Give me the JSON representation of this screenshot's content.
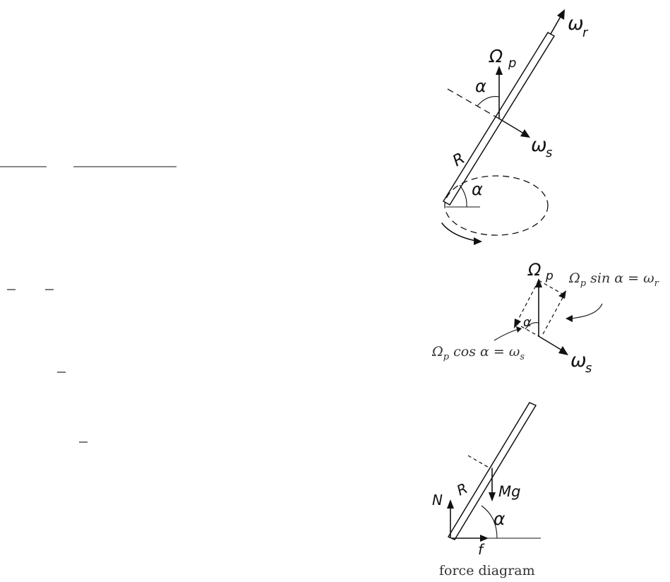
{
  "top_figure": {
    "omega_r": "ω",
    "omega_r_sub": "r",
    "Omega_p": "Ω",
    "Omega_p_sub": "p",
    "alpha_upper": "α",
    "omega_s": "ω",
    "omega_s_sub": "s",
    "R": "R",
    "alpha_lower": "α"
  },
  "middle_figure": {
    "Omega_p": "Ω",
    "Omega_p_sub": "p",
    "alpha": "α",
    "omega_s": "ω",
    "omega_s_sub": "s",
    "sin_eq_lhs": "Ω",
    "sin_eq_sub": "p",
    "sin_eq_rest": " sin α = ω",
    "sin_eq_rhs_sub": "r",
    "cos_eq_lhs": "Ω",
    "cos_eq_sub": "p",
    "cos_eq_rest": " cos α = ω",
    "cos_eq_rhs_sub": "s"
  },
  "bottom_figure": {
    "N": "N",
    "R": "R",
    "Mg": "Mg",
    "alpha": "α",
    "f": "f",
    "caption": "force diagram"
  }
}
